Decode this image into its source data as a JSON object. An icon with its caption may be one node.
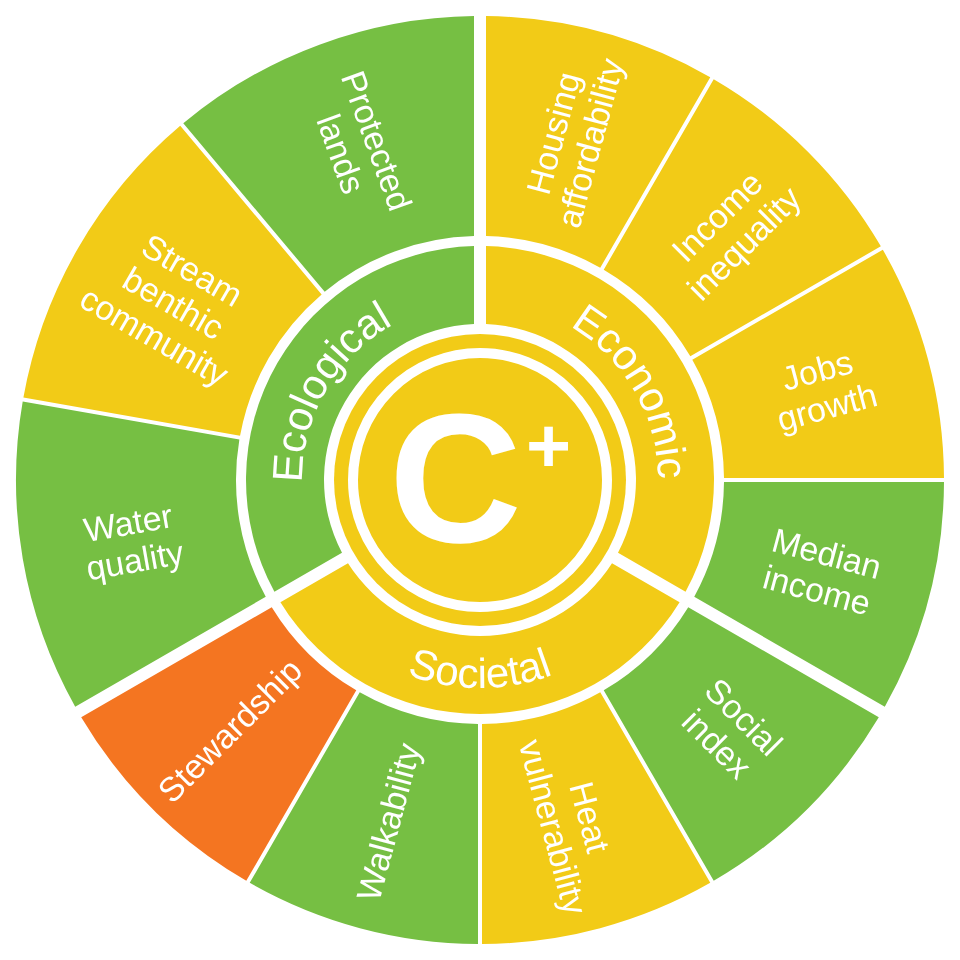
{
  "diagram": {
    "nodes": [
      {
        "text": [
          "C$^{+}$"
        ]
      },
      {
        "text": [
          "Economic"
        ]
      },
      {
        "text": [
          "Societal"
        ]
      },
      {
        "text": [
          "Ecological"
        ]
      },
      {
        "text": [
          "Housing affordability"
        ]
      },
      {
        "text": [
          "Income inequality"
        ]
      },
      {
        "text": [
          "Jobs growth"
        ]
      },
      {
        "text": [
          "Median income"
        ]
      },
      {
        "text": [
          "Social index"
        ]
      },
      {
        "text": [
          "Heat vulnerability"
        ]
      },
      {
        "text": [
          "Walkability"
        ]
      },
      {
        "text": [
          "Stewardship"
        ]
      },
      {
        "text": [
          "Water quality"
        ]
      },
      {
        "text": [
          "Stream benthic community"
        ]
      },
      {
        "text": [
          "Protected lands"
        ]
      }
    ]
  }
}
